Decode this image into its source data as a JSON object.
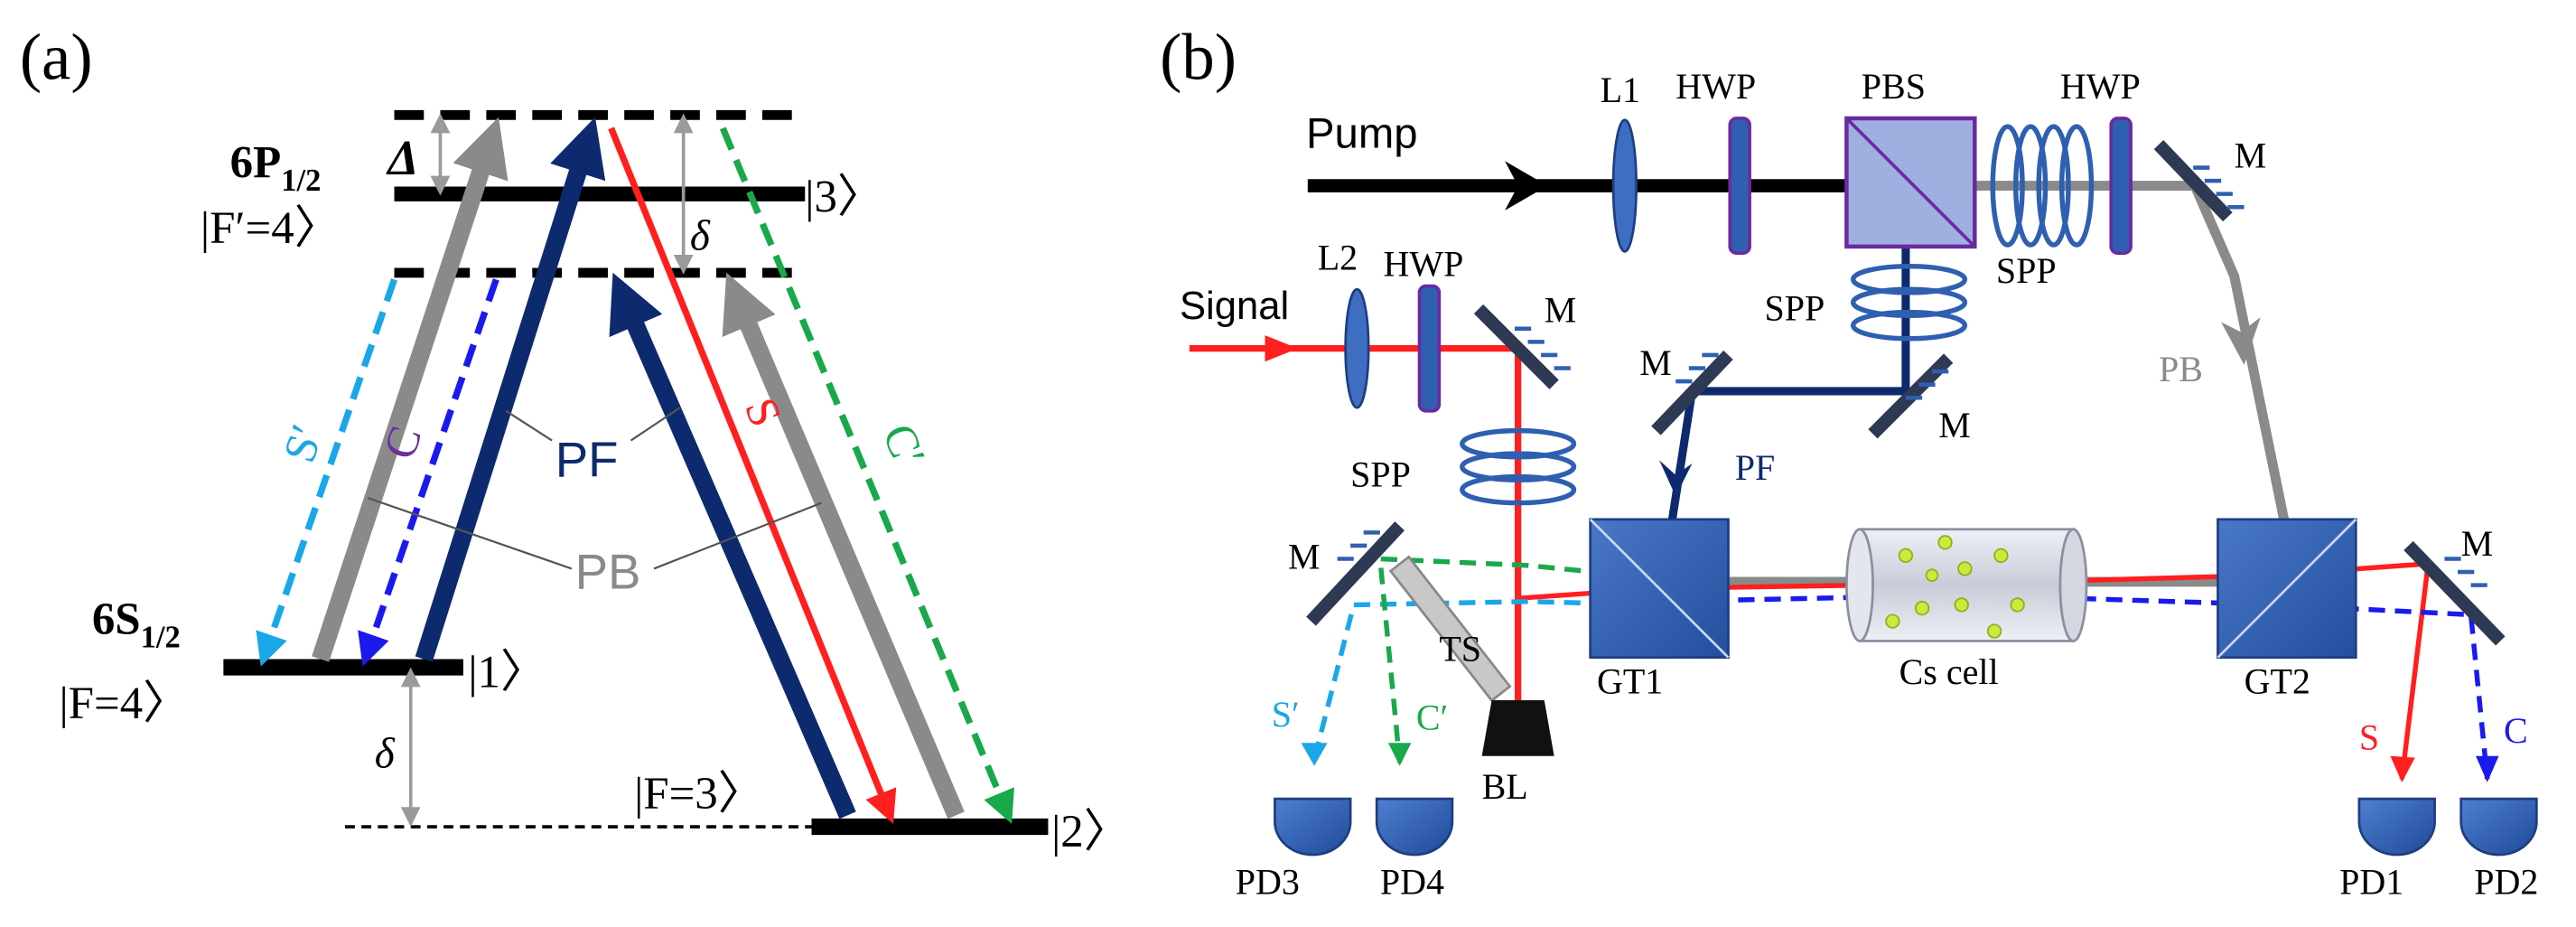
{
  "panel_a": {
    "label": "(a)",
    "excited_name": "6P",
    "excited_sub": "1/2",
    "excited_ket": "|F′=4〉",
    "delta_cap": "Δ",
    "ket3": "|3〉",
    "delta_small": "δ",
    "ground_name": "6S",
    "ground_sub": "1/2",
    "ground_ket": "|F=4〉",
    "ket1": "|1〉",
    "delta_ground": "δ",
    "ket_f3": "|F=3〉",
    "ket2": "|2〉",
    "beam_s_prime": "S′",
    "beam_c": "C",
    "beam_s": "S",
    "beam_c_prime": "C′",
    "pf": "PF",
    "pb": "PB"
  },
  "panel_b": {
    "label": "(b)",
    "pump": "Pump",
    "signal": "Signal",
    "l1": "L1",
    "l2": "L2",
    "hwp": "HWP",
    "pbs": "PBS",
    "spp": "SPP",
    "m": "M",
    "pb": "PB",
    "pf": "PF",
    "ts": "TS",
    "bl": "BL",
    "gt1": "GT1",
    "gt2": "GT2",
    "cs_cell": "Cs cell",
    "s_prime": "S′",
    "c_prime": "C′",
    "s": "S",
    "c": "C",
    "pd1": "PD1",
    "pd2": "PD2",
    "pd3": "PD3",
    "pd4": "PD4"
  },
  "colors": {
    "pf_navy": "#0e2a6e",
    "pb_gray": "#8a8a8a",
    "signal_red": "#ff1f1f",
    "conj_blue": "#1a1aee",
    "sprime_cyan": "#1aa7e8",
    "cprime_green": "#19a84a",
    "optic_blue": "#2f5fb0"
  }
}
